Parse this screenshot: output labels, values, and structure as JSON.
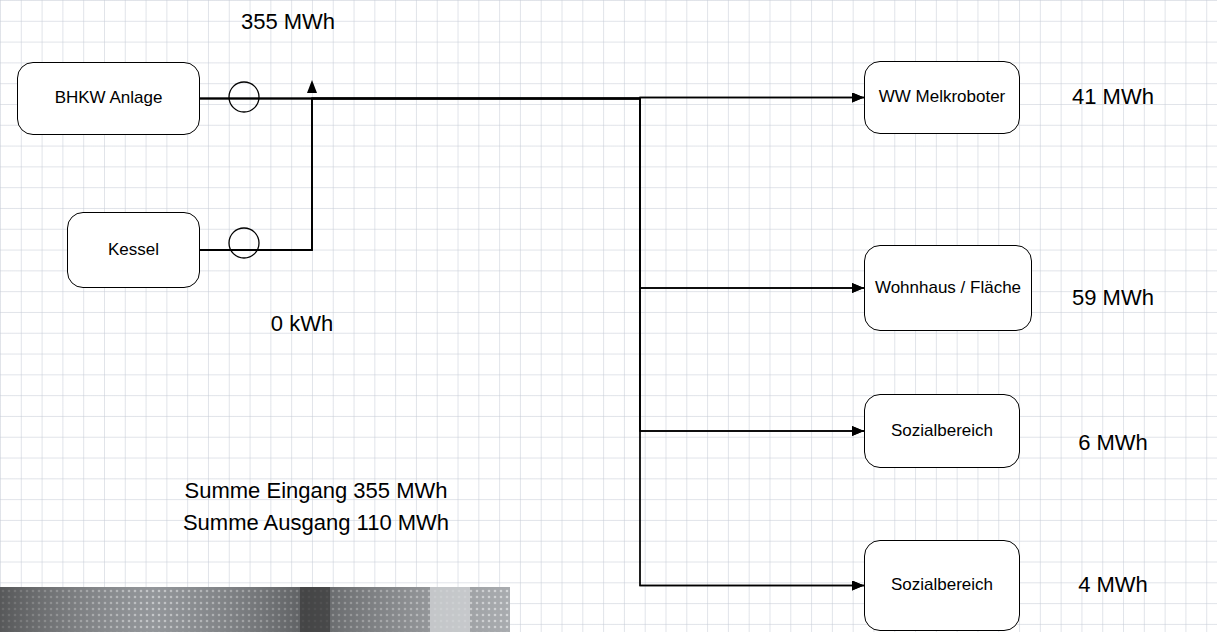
{
  "diagram": {
    "nodes": [
      {
        "text": [
          "BHKW Anlage"
        ]
      },
      {
        "text": [
          "Kessel"
        ]
      },
      {
        "text": [
          "WW Melkroboter"
        ]
      },
      {
        "text": [
          "Wohnhaus / Fläche"
        ]
      },
      {
        "text": [
          "Sozialbereich"
        ]
      },
      {
        "text": [
          "Sozialbereich"
        ]
      }
    ],
    "edges": [
      {
        "from": 0,
        "to": 2,
        "arrow": "to"
      },
      {
        "from": 0,
        "to": 3,
        "arrow": "to"
      },
      {
        "from": 0,
        "to": 4,
        "arrow": "to"
      },
      {
        "from": 0,
        "to": 5,
        "arrow": "to"
      },
      {
        "from": 1,
        "to": 2,
        "arrow": "to"
      },
      {
        "from": 1,
        "to": 3,
        "arrow": "to"
      },
      {
        "from": 1,
        "to": 4,
        "arrow": "to"
      },
      {
        "from": 1,
        "to": 5,
        "arrow": "to"
      }
    ],
    "labels": [
      "355 MWh",
      "0 kWh",
      "41 MWh",
      "59 MWh",
      "6 MWh",
      "4 MWh",
      "Summe Eingang 355 MWh",
      "Summe Ausgang 110 MWh"
    ]
  }
}
